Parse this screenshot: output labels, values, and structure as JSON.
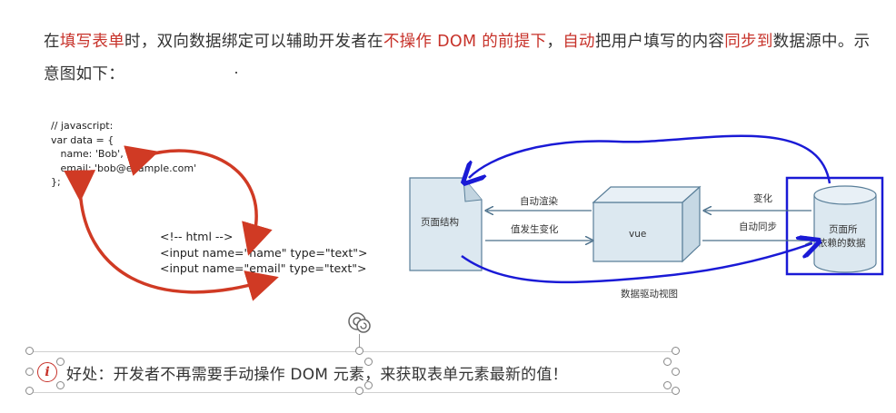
{
  "intro": {
    "t1": "在",
    "t2": "填写表单",
    "t3": "时，双向数据绑定可以辅助开发者在",
    "t4": "不操作 DOM 的前提下",
    "t5": "，",
    "t6": "自动",
    "t7": "把用户填写的内容",
    "t8": "同步到",
    "t9": "数据源中。示意图如下："
  },
  "code": {
    "lines": [
      "// javascript:",
      "var data = {",
      "   name: 'Bob',",
      "   email: 'bob@example.com'",
      "};"
    ]
  },
  "html_code": {
    "lines": [
      "<!-- html -->",
      "<input name=\"name\" type=\"text\">",
      "<input name=\"email\" type=\"text\">"
    ]
  },
  "diagram": {
    "page_structure": "页面结构",
    "vue": "vue",
    "data_line1": "页面所",
    "data_line2": "依赖的数据",
    "auto_render": "自动渲染",
    "value_changed": "值发生变化",
    "change": "变化",
    "auto_sync": "自动同步",
    "caption": "数据驱动视图"
  },
  "benefit": {
    "icon": "info-icon",
    "text": "好处：开发者不再需要手动操作 DOM 元素，来获取表单元素最新的值！"
  },
  "colors": {
    "accent_red": "#c7322a",
    "blue_arrow": "#1a1ad6",
    "box_fill": "#dce8f0"
  }
}
